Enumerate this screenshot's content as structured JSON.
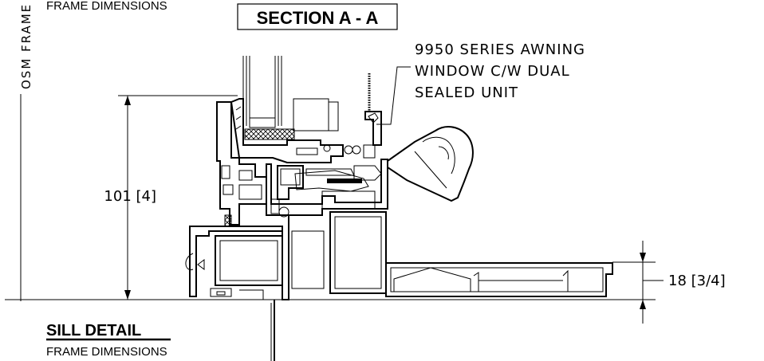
{
  "header": {
    "top_subtitle": "FRAME DIMENSIONS",
    "section_title": "SECTION A - A"
  },
  "side": {
    "vertical_label": "OSM FRAME"
  },
  "callout": {
    "lines": [
      "9950 SERIES AWNING",
      "WINDOW C/W DUAL",
      "SEALED UNIT"
    ]
  },
  "dimensions": {
    "height": "101 [4]",
    "sill_step": "18 [3/4]"
  },
  "footer": {
    "title": "SILL DETAIL",
    "subtitle": "FRAME DIMENSIONS"
  },
  "colors": {
    "line": "#000000",
    "background": "#ffffff"
  }
}
